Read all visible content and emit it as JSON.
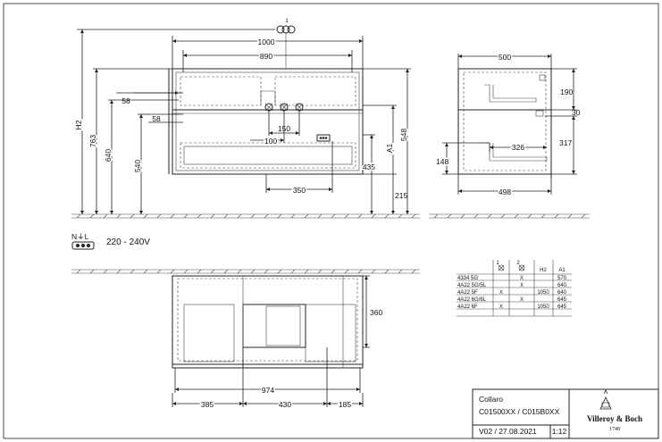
{
  "front_view": {
    "marker_1": "1",
    "width_overall": "1000",
    "width_inner": "890",
    "h2_label": "H2",
    "height_763": "763",
    "height_640": "640",
    "height_540": "540",
    "dim_58_top": "58",
    "dim_58_bottom": "58",
    "height_548": "548",
    "a1_label": "A1",
    "height_435": "435",
    "height_215": "215",
    "dim_150": "150",
    "dim_100": "100",
    "dim_350": "350"
  },
  "side_view": {
    "depth_top": "500",
    "depth_bottom": "498",
    "height_190": "190",
    "dim_30": "30",
    "height_317": "317",
    "dim_326": "326",
    "height_148": "148"
  },
  "electrical": {
    "symbol_label": "N⏚L",
    "voltage": "220 - 240V"
  },
  "plan_view": {
    "depth_360": "360",
    "width_974": "974",
    "dim_385": "385",
    "dim_430": "430",
    "dim_185": "185"
  },
  "table": {
    "headers": [
      "",
      "1",
      "2",
      "H2",
      "A1"
    ],
    "rows": [
      [
        "4334 5G",
        "",
        "X",
        "",
        "570"
      ],
      [
        "4A22 5G/5L",
        "",
        "X",
        "",
        "640"
      ],
      [
        "4A22 5F",
        "X",
        "",
        "1050",
        "640"
      ],
      [
        "4A22 6G/6L",
        "",
        "X",
        "",
        "645"
      ],
      [
        "4A22 6F",
        "X",
        "",
        "1050",
        "645"
      ]
    ]
  },
  "title_block": {
    "product": "Collaro",
    "codes": "C01500XX / C015B0XX",
    "version_date": "V02 / 27.08.2021",
    "scale": "1:12",
    "brand": "Villeroy & Boch",
    "since": "1748"
  }
}
